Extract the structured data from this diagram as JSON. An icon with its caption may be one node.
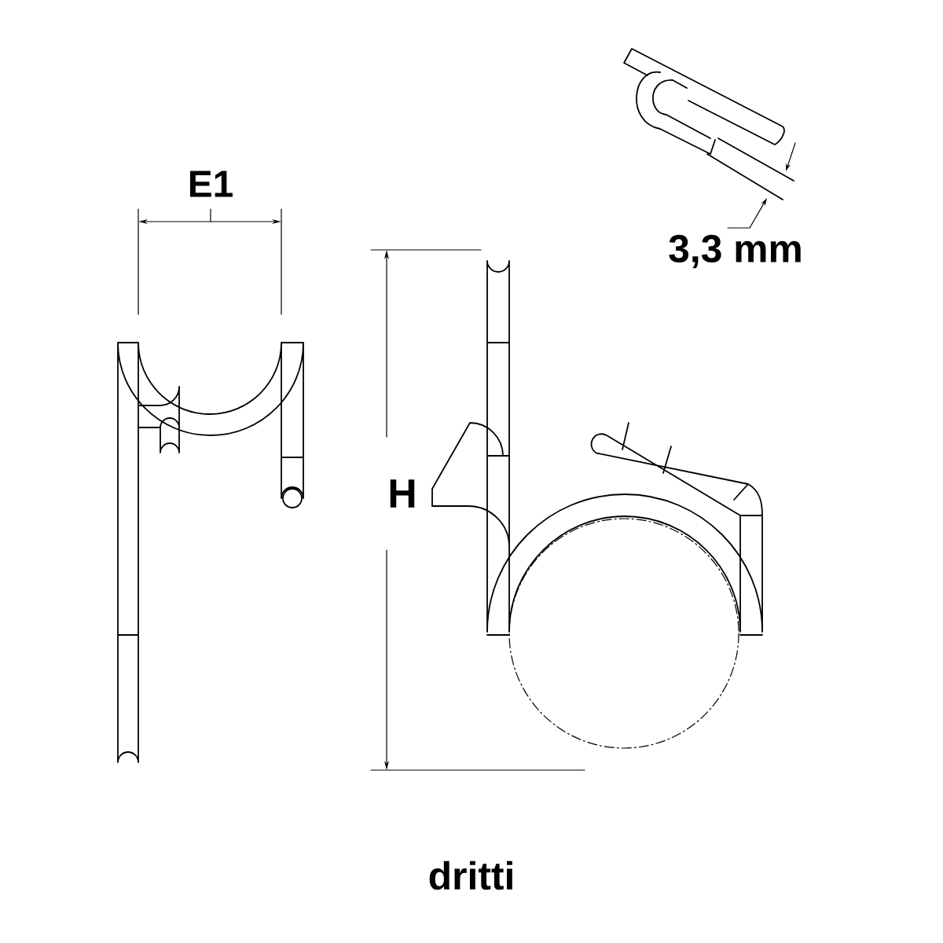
{
  "diagram": {
    "labels": [
      "E1",
      "3,3 mm",
      "H",
      "dritti"
    ]
  }
}
